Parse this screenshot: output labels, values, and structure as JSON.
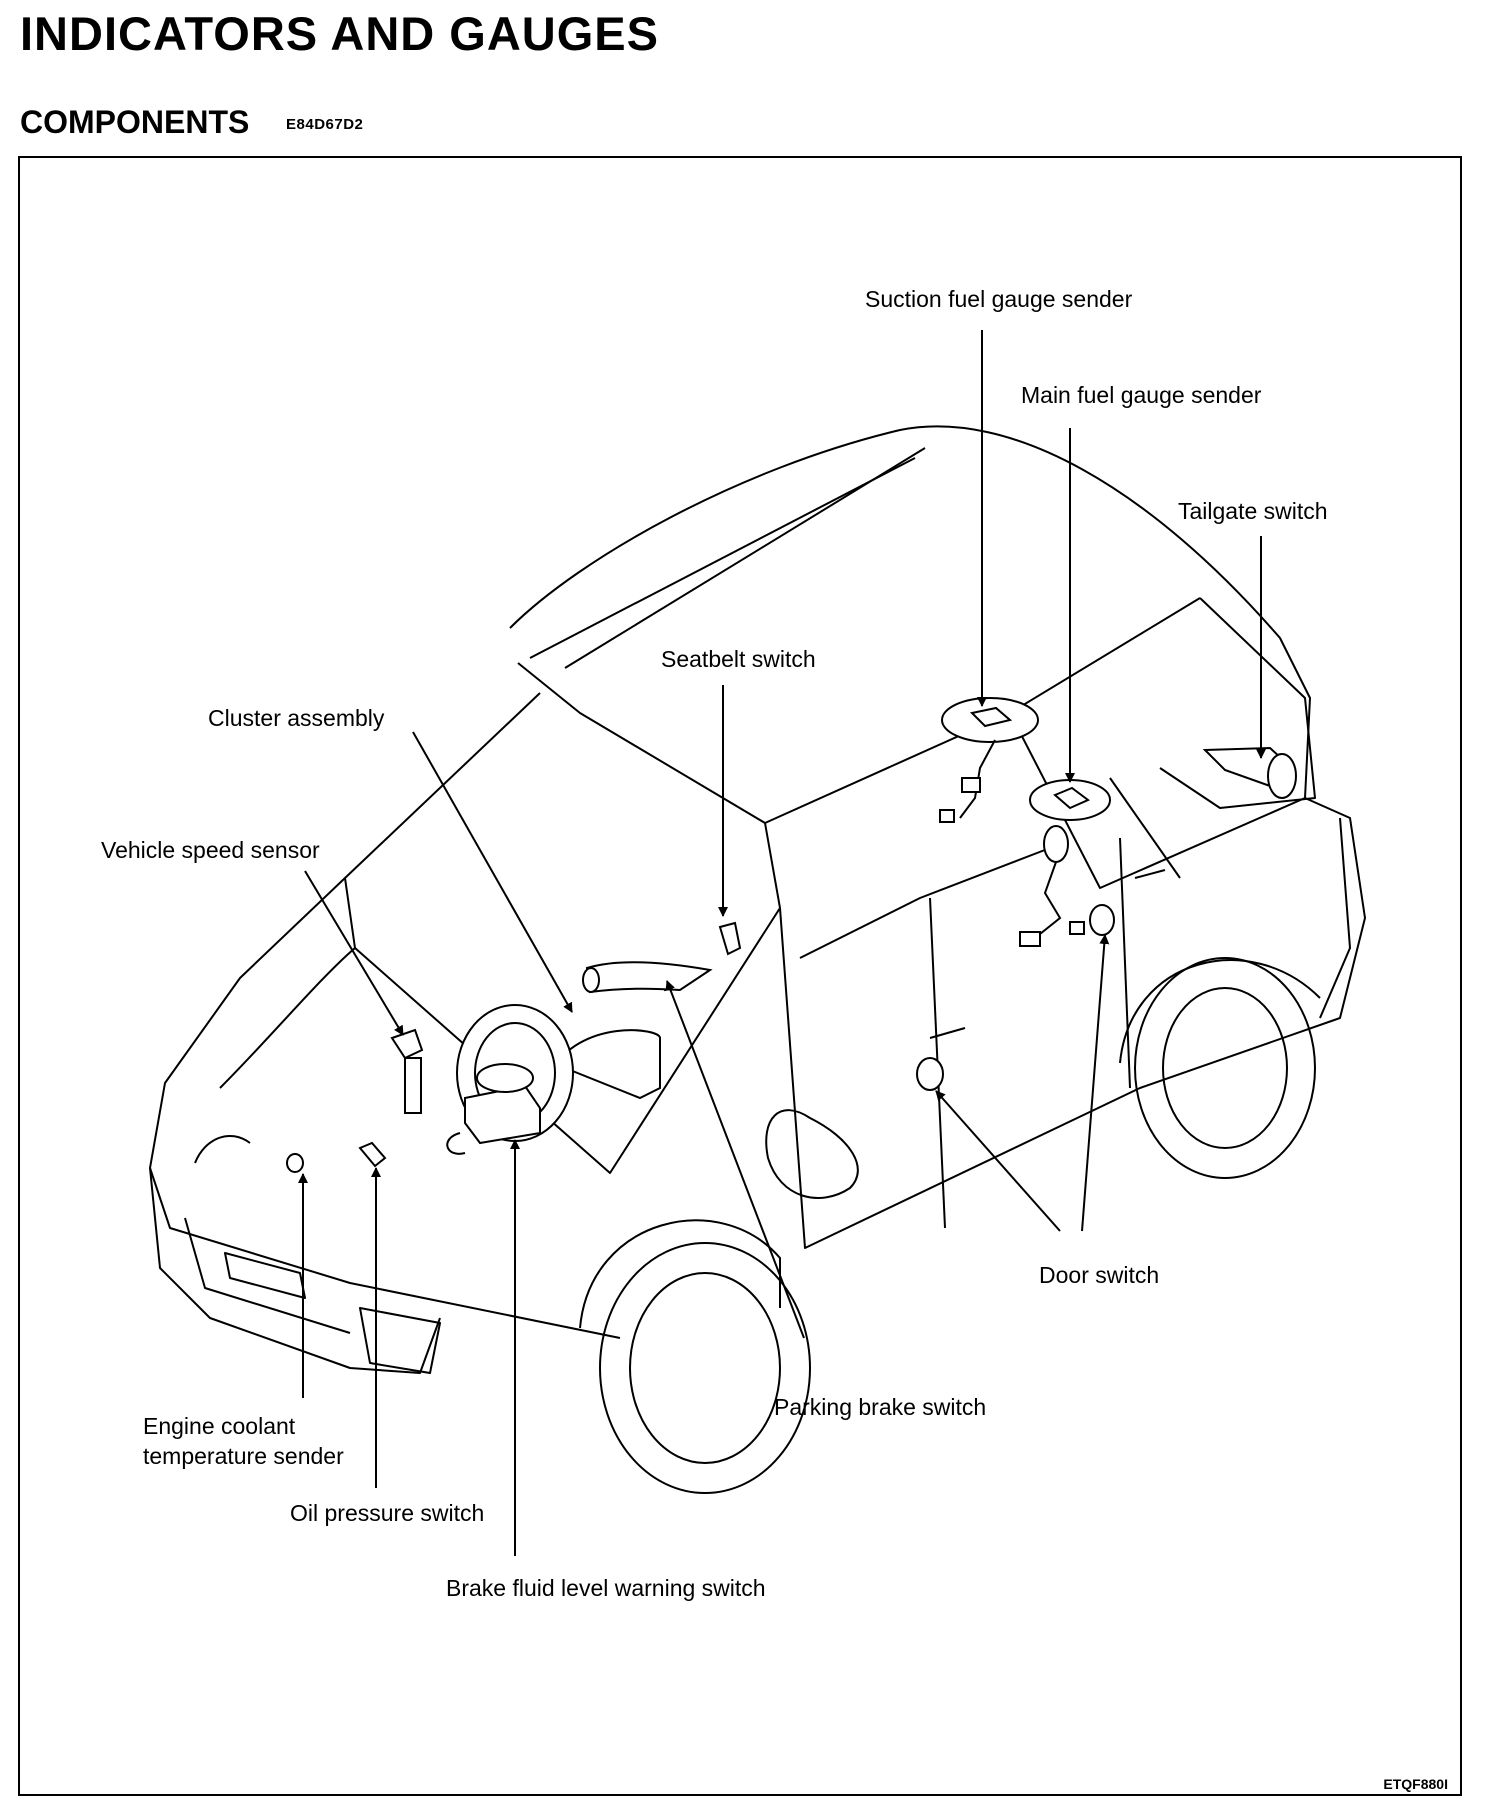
{
  "header": {
    "title": "INDICATORS AND GAUGES",
    "section": "COMPONENTS",
    "section_code": "E84D67D2"
  },
  "diagram": {
    "callouts": {
      "suction_fuel_gauge_sender": "Suction fuel gauge sender",
      "main_fuel_gauge_sender": "Main fuel gauge sender",
      "tailgate_switch": "Tailgate switch",
      "seatbelt_switch": "Seatbelt switch",
      "cluster_assembly": "Cluster assembly",
      "vehicle_speed_sensor": "Vehicle speed sensor",
      "door_switch": "Door switch",
      "parking_brake_switch": "Parking brake switch",
      "engine_coolant_line1": "Engine coolant",
      "engine_coolant_line2": "temperature sender",
      "oil_pressure_switch": "Oil pressure switch",
      "brake_fluid_level_warning_switch": "Brake fluid level warning switch"
    },
    "figure_code": "ETQF880I"
  }
}
